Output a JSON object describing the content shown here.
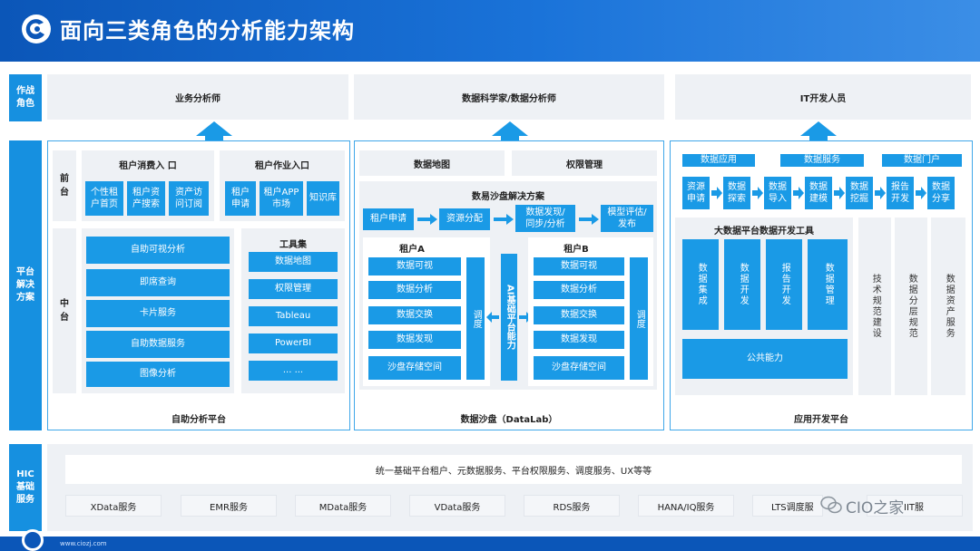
{
  "title": "面向三类角色的分析能力架构",
  "rows": {
    "roles": "作战\n角色",
    "platform": "平台\n解决\n方案",
    "hic": "HIC\n基础\n服务"
  },
  "roles": [
    "业务分析师",
    "数据科学家/数据分析师",
    "IT开发人员"
  ],
  "self_service": {
    "front_label": "前\n台",
    "mid_label": "中\n台",
    "consumer_entry": "租户消费入 口",
    "consumer_items": [
      "个性租\n户首页",
      "租户资\n产搜索",
      "资产访\n问订阅"
    ],
    "work_entry": "租户作业入口",
    "work_items": [
      "租户\n申请",
      "租户APP\n市场",
      "知识库"
    ],
    "mid_items": [
      "自助可视分析",
      "即席查询",
      "卡片服务",
      "自助数据服务",
      "图像分析"
    ],
    "toolset_title": "工具集",
    "toolset_items": [
      "数据地图",
      "权限管理",
      "Tableau",
      "PowerBI",
      "... ..."
    ],
    "footer": "自助分析平台"
  },
  "datalab": {
    "top": [
      "数据地图",
      "权限管理"
    ],
    "solution_title": "数易沙盘解决方案",
    "flow": [
      "租户申请",
      "资源分配",
      "数据发现/\n同步/分析",
      "模型评估/\n发布"
    ],
    "tenant_a": "租户A",
    "tenant_b": "租户B",
    "tenant_items": [
      "数据可视",
      "数据分析",
      "数据交换",
      "数据发现",
      "沙盘存储空间"
    ],
    "schedule": "调度",
    "ai": "AI基础平台能力",
    "footer": "数据沙盘（DataLab）"
  },
  "appdev": {
    "top": [
      "数据应用",
      "数据服务",
      "数据门户"
    ],
    "steps": [
      "资源\n申请",
      "数据\n探索",
      "数据\n导入",
      "数据\n建模",
      "数据\n挖掘",
      "报告\n开发",
      "数据\n分享"
    ],
    "tools_title": "大数据平台数据开发工具",
    "tools": [
      "数据集成",
      "数据开发",
      "报告开发",
      "数据管理"
    ],
    "public": "公共能力",
    "side": [
      "技术规范建设",
      "数据分层规范",
      "数据资产服务"
    ],
    "footer": "应用开发平台"
  },
  "hic": {
    "banner": "统一基础平台租户、元数据服务、平台权限服务、调度服务、UX等等",
    "services": [
      "XData服务",
      "EMR服务",
      "MData服务",
      "VData服务",
      "RDS服务",
      "HANA/IQ服务",
      "LTS调度服",
      "IIT服"
    ]
  },
  "watermark": "CIO之家",
  "footer_url": "www.ciozj.com",
  "colors": {
    "header": "#0b56b8",
    "accent": "#1a9ae6",
    "border": "#3fa7e9",
    "light": "#eef1f5"
  }
}
